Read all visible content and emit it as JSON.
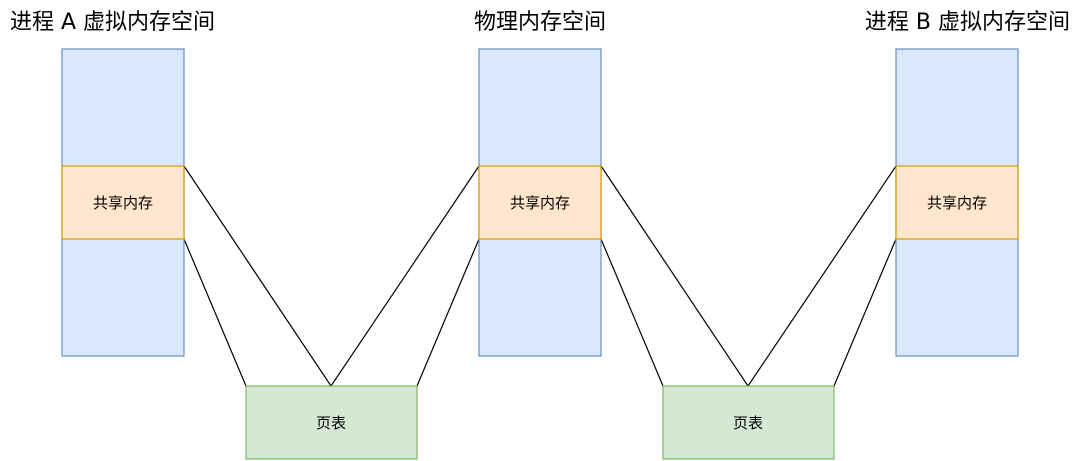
{
  "columns": [
    {
      "title": "进程 A 虚拟内存空间",
      "shared_label": "共享内存"
    },
    {
      "title": "物理内存空间",
      "shared_label": "共享内存"
    },
    {
      "title": "进程 B 虚拟内存空间",
      "shared_label": "共享内存"
    }
  ],
  "page_tables": [
    {
      "label": "页表"
    },
    {
      "label": "页表"
    }
  ],
  "colors": {
    "memory_fill": "#dae8fc",
    "memory_stroke": "#6c8ebf",
    "shared_fill": "#ffe6cc",
    "shared_stroke": "#d79b00",
    "table_fill": "#d5e8d4",
    "table_stroke": "#82b366",
    "line": "#000000"
  }
}
